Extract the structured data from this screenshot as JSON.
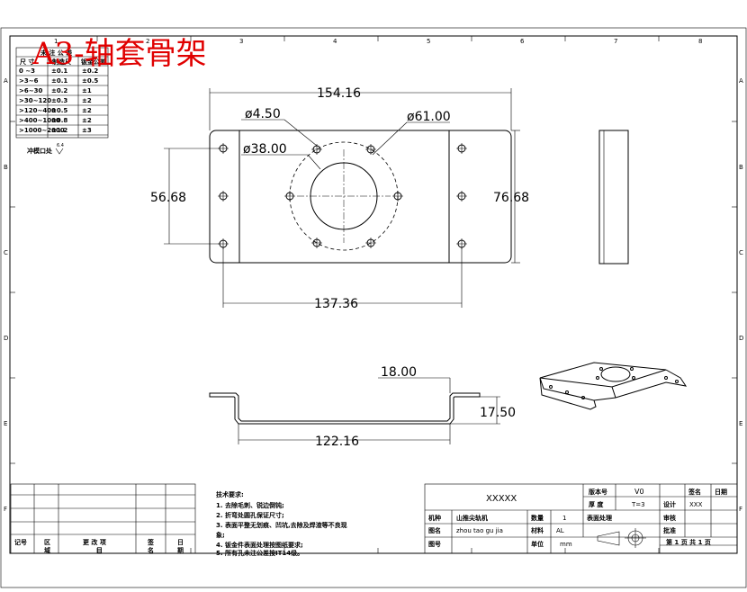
{
  "title": "A3-轴套骨架",
  "border_columns": [
    "1",
    "2",
    "3",
    "4",
    "5",
    "6",
    "7",
    "8"
  ],
  "border_rows": [
    "A",
    "B",
    "C",
    "D",
    "E",
    "F"
  ],
  "tolerance_table": {
    "header": [
      "尺 寸",
      "制造尺",
      "钣金公差"
    ],
    "caption": "未 注 公 差",
    "rows": [
      [
        "0 ~3",
        "±0.1",
        "±0.2"
      ],
      [
        ">3~6",
        "±0.1",
        "±0.5"
      ],
      [
        ">6~30",
        "±0.2",
        "±1"
      ],
      [
        ">30~120",
        "±0.3",
        "±2"
      ],
      [
        ">120~400",
        "±0.5",
        "±2"
      ],
      [
        ">400~1000",
        "±0.8",
        "±2"
      ],
      [
        ">1000~2000",
        "±1.2",
        "±3"
      ]
    ],
    "note_label": "冲模口处",
    "note_value": "6.4"
  },
  "dimensions": {
    "overall_width": "154.16",
    "hole_dia": "ø4.50",
    "outer_circle": "ø61.00",
    "inner_circle": "ø38.00",
    "left_height": "56.68",
    "right_height": "76.68",
    "hole_span": "137.36",
    "flange_height": "18.00",
    "depth": "17.50",
    "bottom_width": "122.16"
  },
  "tech_notes": {
    "heading": "技术要求:",
    "lines": [
      "1. 去除毛刺、锐边倒钝;",
      "2. 折弯处圆孔保证尺寸;",
      "3. 表面平整无划痕、凹坑,去除及焊渣等不良现",
      "象;",
      "4. 钣金件表面处理按图纸要求;",
      "5. 所有孔未注公差按IT14级。"
    ]
  },
  "revision_block": {
    "labels": [
      "记号",
      "区",
      "更 改 项",
      "签",
      "日"
    ],
    "labels2": [
      "",
      "域",
      "目",
      "名",
      "期"
    ]
  },
  "title_block": {
    "part_name": "XXXXX",
    "version_label": "版本号",
    "version": "V0",
    "signature_label": "签名",
    "date_label": "日期",
    "thickness_label": "厚 度",
    "thickness": "T=3",
    "design_label": "设计",
    "design": "XXX",
    "product_label": "机种",
    "product": "山推尖轨机",
    "qty_label": "数量",
    "qty": "1",
    "surface_label": "表面处理",
    "review_label": "审核",
    "drawing_label": "图名",
    "drawing_name": "zhou tao gu jia",
    "material_label": "材料",
    "material": "AL",
    "approve_label": "批准",
    "drawing_no_label": "图号",
    "unit_label": "单位",
    "unit": "mm",
    "sheet_text": "第 1 页   共 1 页"
  }
}
